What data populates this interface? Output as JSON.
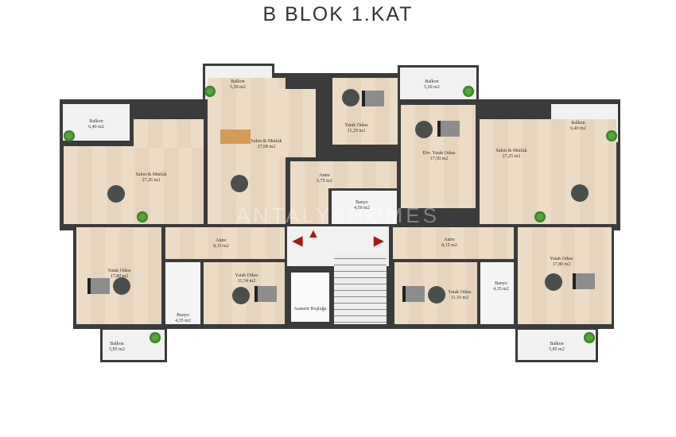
{
  "title": "B BLOK 1.KAT",
  "watermark": "ANTALYAHOMES",
  "colors": {
    "wall": "#3b3b3b",
    "floor": "#ecdcc6",
    "balcony": "#f1f1f1",
    "arrow": "#b31010"
  },
  "rooms": {
    "bal_tl": {
      "name": "Balkon",
      "area": "6,40 m2"
    },
    "bal_t2": {
      "name": "Balkon",
      "area": "5,50 m2"
    },
    "bal_t3": {
      "name": "Balkon",
      "area": "5,50 m2"
    },
    "bal_tr": {
      "name": "Balkon",
      "area": "6,40 m2"
    },
    "bal_bl": {
      "name": "Balkon",
      "area": "5,85 m2"
    },
    "bal_br": {
      "name": "Balkon",
      "area": "5,85 m2"
    },
    "salon_l": {
      "name": "Salon & Mutfak",
      "area": "27,26 m2"
    },
    "salon_m": {
      "name": "Salon & Mutfak",
      "area": "27,68 m2"
    },
    "salon_r": {
      "name": "Salon & Mutfak",
      "area": "27,25 m2"
    },
    "yatak_tm": {
      "name": "Yatak Odası",
      "area": "11,29 m2"
    },
    "ebv": {
      "name": "Ebv. Yatak Odası",
      "area": "17,50 m2"
    },
    "antre_t": {
      "name": "Antre",
      "area": "6,75 m2"
    },
    "banyo_t": {
      "name": "Banyo",
      "area": "4,50 m2"
    },
    "yatak_bl": {
      "name": "Yatak Odası",
      "area": "17,80 m2"
    },
    "antre_bl": {
      "name": "Antre",
      "area": "8,15 m2"
    },
    "banyo_bl": {
      "name": "Banyo",
      "area": "4,35 m2"
    },
    "yatak_bl2": {
      "name": "Yatak Odası",
      "area": "11,34 m2"
    },
    "asansor": {
      "name": "Asansör Boşluğu"
    },
    "antre_br": {
      "name": "Antre",
      "area": "8,15 m2"
    },
    "yatak_br2": {
      "name": "Yatak Odası",
      "area": "11,16 m2"
    },
    "banyo_br": {
      "name": "Banyo",
      "area": "4,35 m2"
    },
    "yatak_br": {
      "name": "Yatak Odası",
      "area": "17,80 m2"
    }
  }
}
